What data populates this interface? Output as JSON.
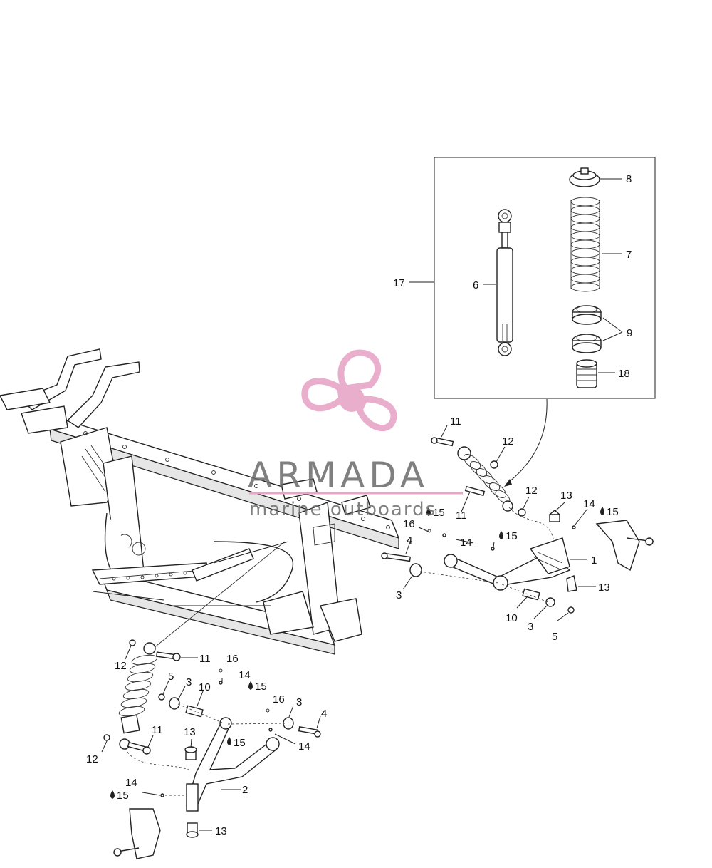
{
  "labels": {
    "p1": "1",
    "p2": "2",
    "p3a": "3",
    "p3b": "3",
    "p3c": "3",
    "p3d": "3",
    "p4a": "4",
    "p4b": "4",
    "p5a": "5",
    "p5b": "5",
    "p6": "6",
    "p7": "7",
    "p8": "8",
    "p9": "9",
    "p10a": "10",
    "p10b": "10",
    "p11a": "11",
    "p11b": "11",
    "p11c": "11",
    "p11d": "11",
    "p12a": "12",
    "p12b": "12",
    "p12c": "12",
    "p12d": "12",
    "p13a": "13",
    "p13b": "13",
    "p13c": "13",
    "p13d": "13",
    "p14a": "14",
    "p14b": "14",
    "p14c": "14",
    "p14d": "14",
    "p14e": "14",
    "p15a": "15",
    "p15b": "15",
    "p15c": "15",
    "p15d": "15",
    "p15e": "15",
    "p16a": "16",
    "p16b": "16",
    "p16c": "16",
    "p17": "17",
    "p18": "18"
  },
  "watermark": {
    "brand": "ARMADA",
    "tagline": "marine outboards",
    "color": "#e7a6c6",
    "icon": "propeller-icon"
  },
  "colors": {
    "line": "#222222",
    "background": "#ffffff"
  }
}
